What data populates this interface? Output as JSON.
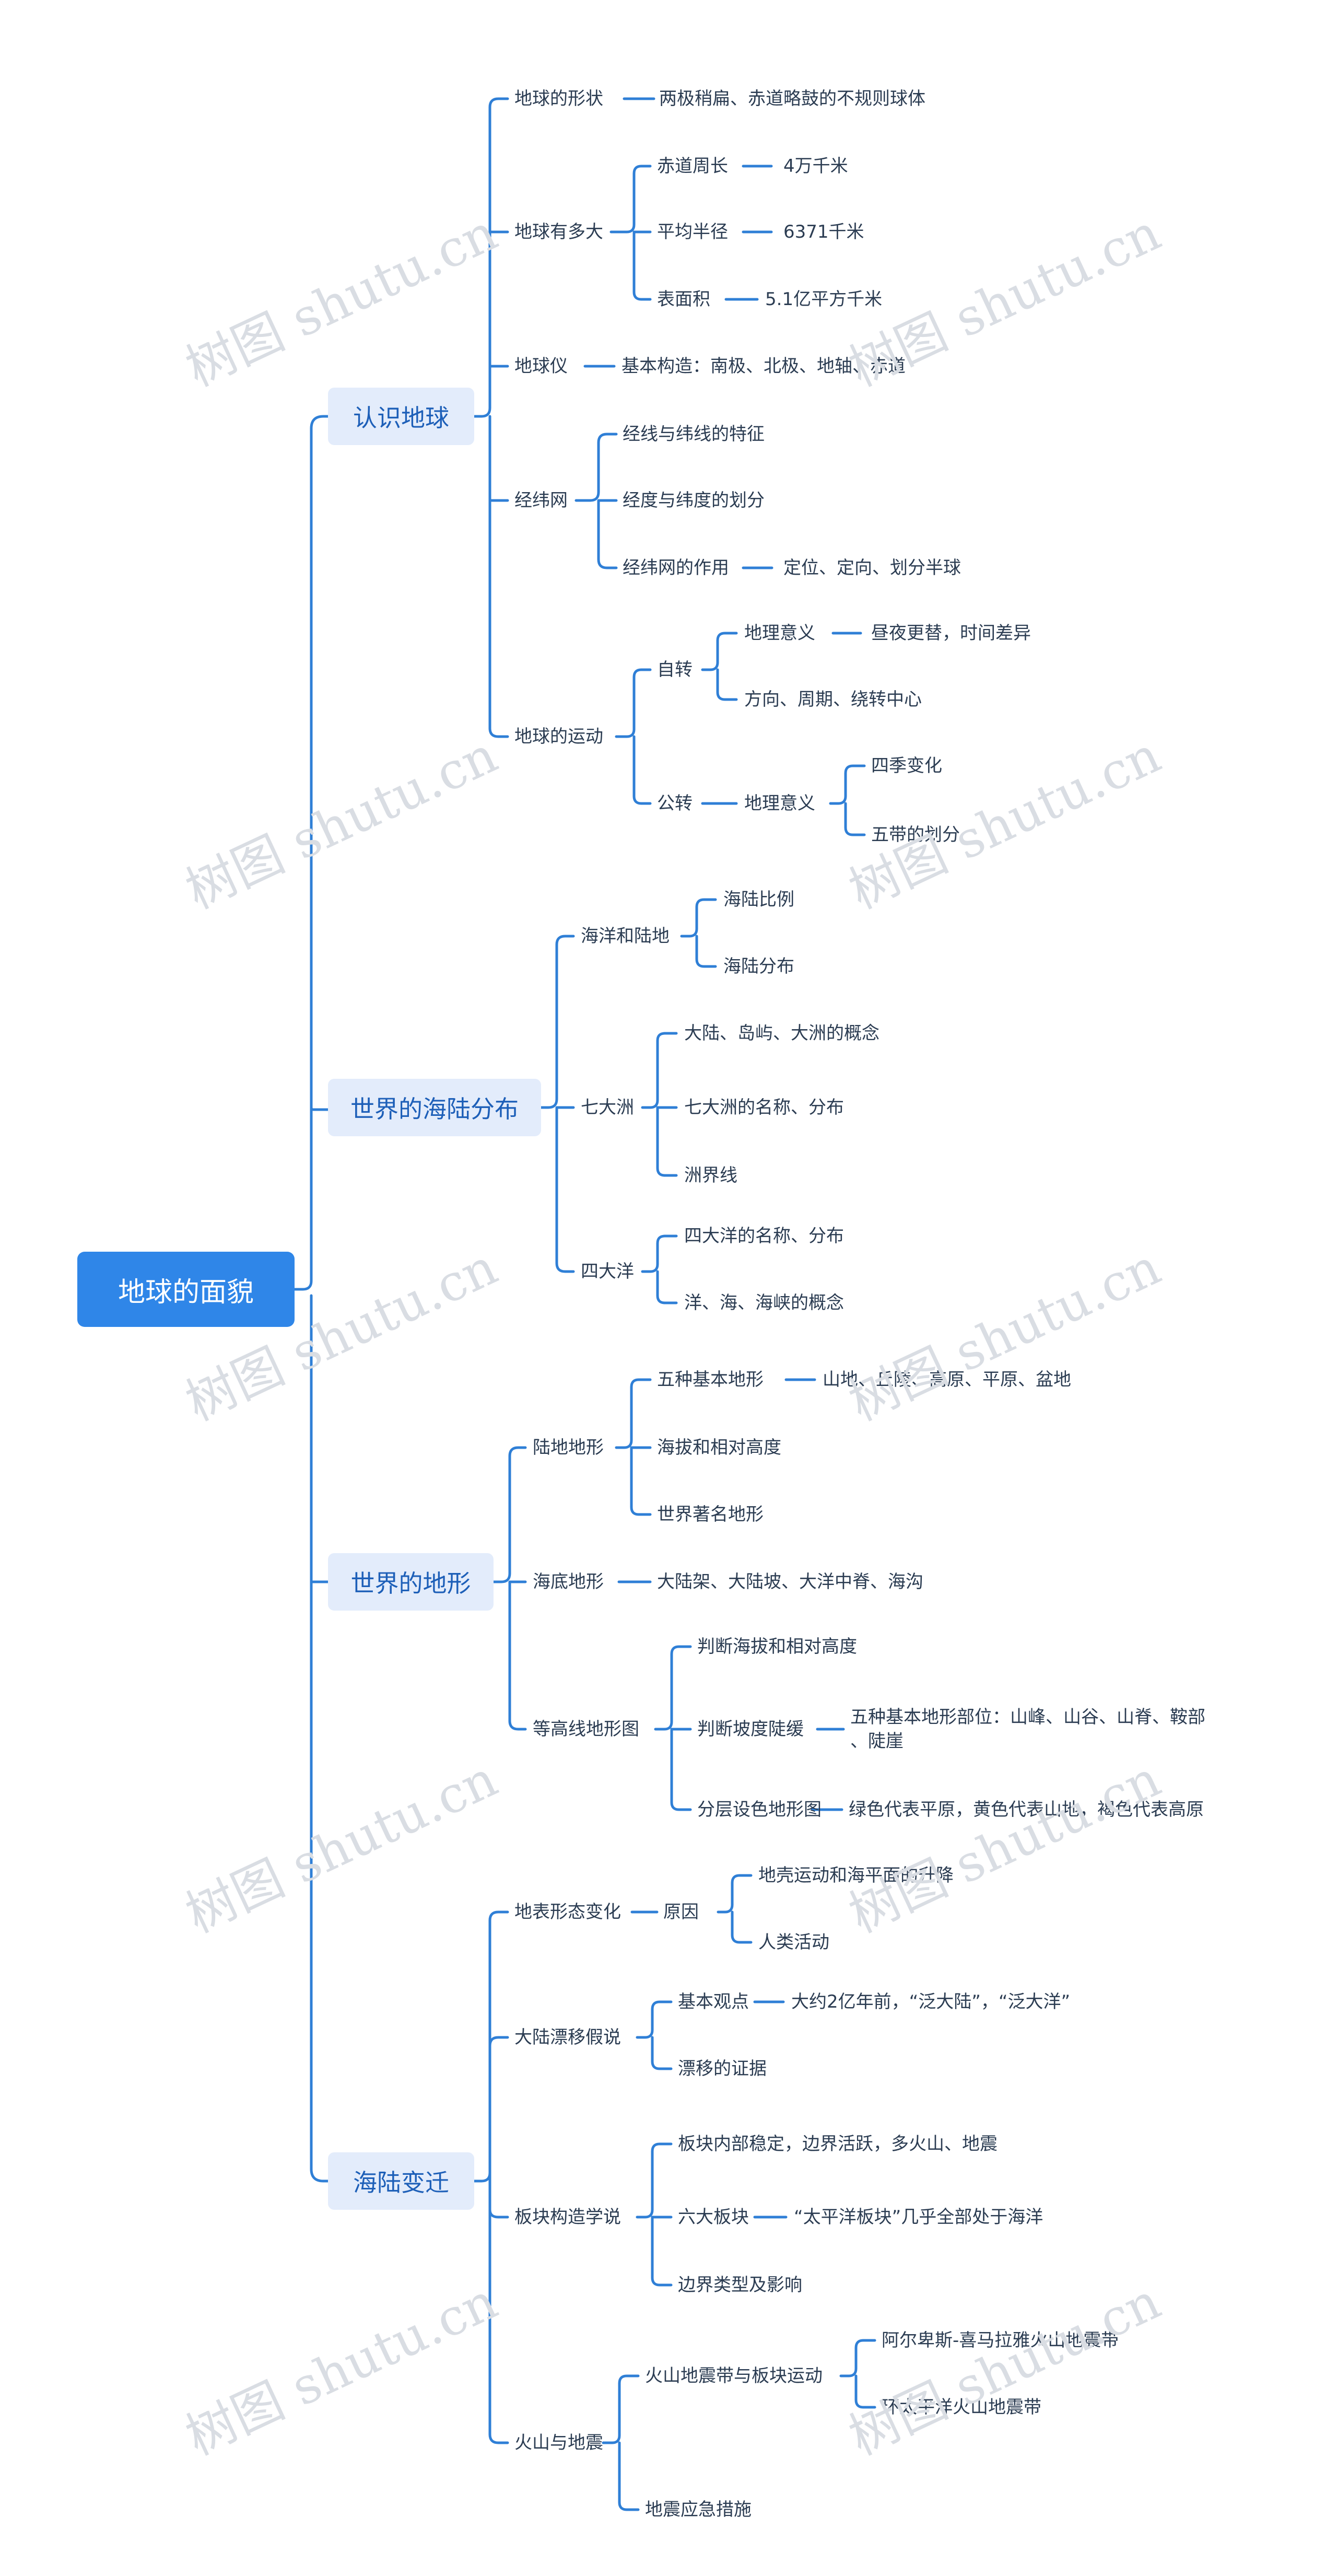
{
  "root": "地球的面貌",
  "branches": {
    "b1": {
      "title": "认识地球",
      "shape": {
        "label": "地球的形状",
        "value": "两极稍扁、赤道略鼓的不规则球体"
      },
      "size": {
        "label": "地球有多大",
        "equator_label": "赤道周长",
        "equator_value": "4万千米",
        "radius_label": "平均半径",
        "radius_value": "6371千米",
        "area_label": "表面积",
        "area_value": "5.1亿平方千米"
      },
      "globe": {
        "label": "地球仪",
        "value": "基本构造：南极、北极、地轴、赤道"
      },
      "grid": {
        "label": "经纬网",
        "c1": "经线与纬线的特征",
        "c2": "经度与纬度的划分",
        "c3": "经纬网的作用",
        "c3_value": "定位、定向、划分半球"
      },
      "motion": {
        "label": "地球的运动",
        "rotation": "自转",
        "rot_meaning": "地理意义",
        "rot_meaning_value": "昼夜更替，时间差异",
        "rot_props": "方向、周期、绕转中心",
        "revolution": "公转",
        "rev_meaning": "地理意义",
        "rev_v1": "四季变化",
        "rev_v2": "五带的划分"
      }
    },
    "b2": {
      "title": "世界的海陆分布",
      "sealand": {
        "label": "海洋和陆地",
        "c1": "海陆比例",
        "c2": "海陆分布"
      },
      "continents": {
        "label": "七大洲",
        "c1": "大陆、岛屿、大洲的概念",
        "c2": "七大洲的名称、分布",
        "c3": "洲界线"
      },
      "oceans": {
        "label": "四大洋",
        "c1": "四大洋的名称、分布",
        "c2": "洋、海、海峡的概念"
      }
    },
    "b3": {
      "title": "世界的地形",
      "land": {
        "label": "陆地地形",
        "c1": "五种基本地形",
        "c1_value": "山地、丘陵、高原、平原、盆地",
        "c2": "海拔和相对高度",
        "c3": "世界著名地形"
      },
      "seabed": {
        "label": "海底地形",
        "value": "大陆架、大陆坡、大洋中脊、海沟"
      },
      "contour": {
        "label": "等高线地形图",
        "c1": "判断海拔和相对高度",
        "c2": "判断坡度陡缓",
        "c2_value_line1": "五种基本地形部位：山峰、山谷、山脊、鞍部",
        "c2_value_line2": "、陡崖",
        "c3": "分层设色地形图",
        "c3_value": "绿色代表平原，黄色代表山地，褐色代表高原"
      }
    },
    "b4": {
      "title": "海陆变迁",
      "change": {
        "label": "地表形态变化",
        "cause": "原因",
        "c1": "地壳运动和海平面的升降",
        "c2": "人类活动"
      },
      "drift": {
        "label": "大陆漂移假说",
        "c1": "基本观点",
        "c1_value": "大约2亿年前，“泛大陆”，“泛大洋”",
        "c2": "漂移的证据"
      },
      "plate": {
        "label": "板块构造学说",
        "c1": "板块内部稳定，边界活跃，多火山、地震",
        "c2": "六大板块",
        "c2_value": "“太平洋板块”几乎全部处于海洋",
        "c3": "边界类型及影响"
      },
      "volcano": {
        "label": "火山与地震",
        "c1": "火山地震带与板块运动",
        "c1_v1": "阿尔卑斯-喜马拉雅火山地震带",
        "c1_v2": "环太平洋火山地震带",
        "c2": "地震应急措施"
      }
    }
  },
  "watermark": "树图 shutu.cn",
  "colors": {
    "line": "#2f7fd6",
    "root_fill": "#2f86e8",
    "branch_fill": "#e3ecfb",
    "branch_text": "#1d5fb8",
    "leaf_text": "#2b3c52"
  }
}
